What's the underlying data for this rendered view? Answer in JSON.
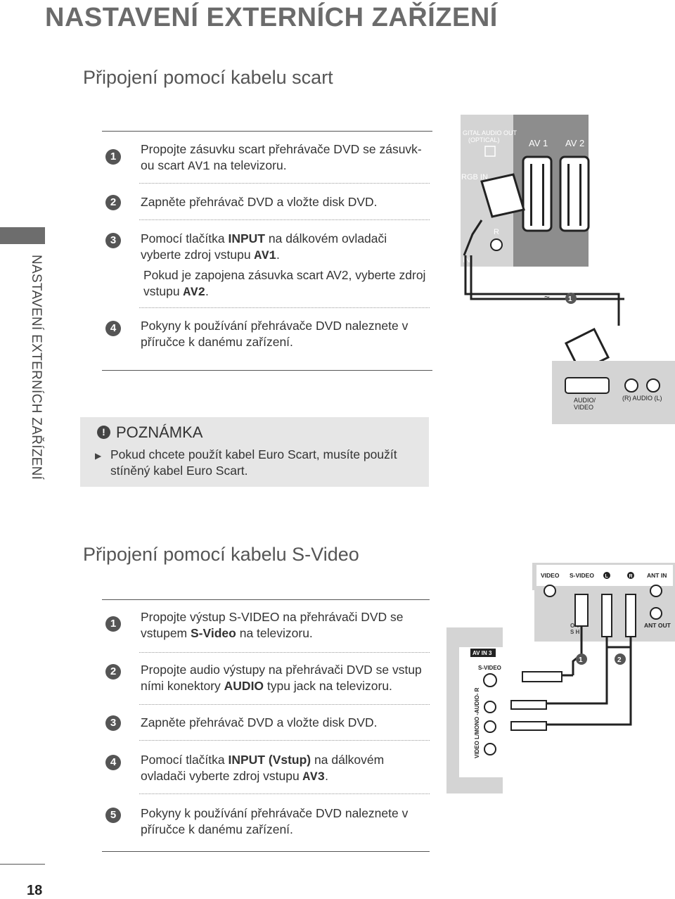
{
  "page": {
    "title": "NASTAVENÍ EXTERNÍCH ZAŘÍZENÍ",
    "side_label": "NASTAVENÍ EXTERNÍCH ZAŘÍZENÍ",
    "page_number": "18"
  },
  "scart": {
    "heading": "Připojení pomocí kabelu scart",
    "steps": [
      {
        "n": "1",
        "a": "Propojte zásuvku scart přehrávače DVD se zásuvk-",
        "b": "ou scart ",
        "c": "AV1",
        "d": " na televizoru."
      },
      {
        "n": "2",
        "a": "Zapněte přehrávač DVD a vložte disk DVD."
      },
      {
        "n": "3",
        "a": "Pomocí tlačítka ",
        "b": "INPUT",
        "c": " na dálkovém ovladači",
        "d": "vyberte zdroj vstupu ",
        "e": "AV1",
        "f": ".",
        "g": "Pokud je zapojena zásuvka scart ",
        "h": "AV2",
        "i": ", vyberte zdroj",
        "j": "vstupu ",
        "k": "AV2",
        "l": "."
      },
      {
        "n": "4",
        "a": "Pokyny k používání přehrávače DVD naleznete v",
        "b": "příručce k  danému zařízení."
      }
    ],
    "note_title": "POZNÁMKA",
    "note_line1": "Pokud chcete použít kabel Euro Scart, musíte použít",
    "note_line2": "stíněný kabel Euro Scart.",
    "diagram": {
      "digital_audio_out": "GITAL AUDIO OUT",
      "optical": "(OPTICAL)",
      "rgb_in": "RGB IN",
      "av1": "AV 1",
      "av2": "AV 2",
      "r": "R",
      "in": "IN",
      "marker": "1",
      "audio_video_1": "AUDIO/",
      "audio_video_2": "VIDEO",
      "audio_lr": "(R) AUDIO (L)"
    }
  },
  "svideo": {
    "heading": "Připojení pomocí kabelu S-Video",
    "steps": [
      {
        "n": "1",
        "a": "Propojte výstup S-VIDEO na přehrávači DVD se",
        "b": "vstupem ",
        "c": "S-Video",
        "d": " na televizoru."
      },
      {
        "n": "2",
        "a": "Propojte audio výstupy na přehrávači DVD se vstup",
        "b": "ními konektory ",
        "c": "AUDIO",
        "d": " typu jack na televizoru."
      },
      {
        "n": "3",
        "a": "Zapněte přehrávač DVD a vložte disk DVD."
      },
      {
        "n": "4",
        "a": "Pomocí tlačítka ",
        "b": "INPUT (Vstup)",
        "c": " na dálkovém",
        "d": "ovladači vyberte zdroj vstupu ",
        "e": "AV3",
        "f": "."
      },
      {
        "n": "5",
        "a": "Pokyny k  používání přehrávače DVD naleznete v",
        "b": "příručce k  danému zařízení."
      }
    ],
    "diagram": {
      "video": "VIDEO",
      "s_video": "S-VIDEO",
      "l": "L",
      "r": "R",
      "ant_in": "ANT IN",
      "ant_out": "ANT OUT",
      "output_switch_1": "O    T",
      "output_switch_2": "S    H",
      "av_in_3": "AV IN 3",
      "s_video_side": "S-VIDEO",
      "side_vert": "VIDEO  L/MONO -AUDIO- R",
      "marker1": "1",
      "marker2": "2"
    }
  }
}
